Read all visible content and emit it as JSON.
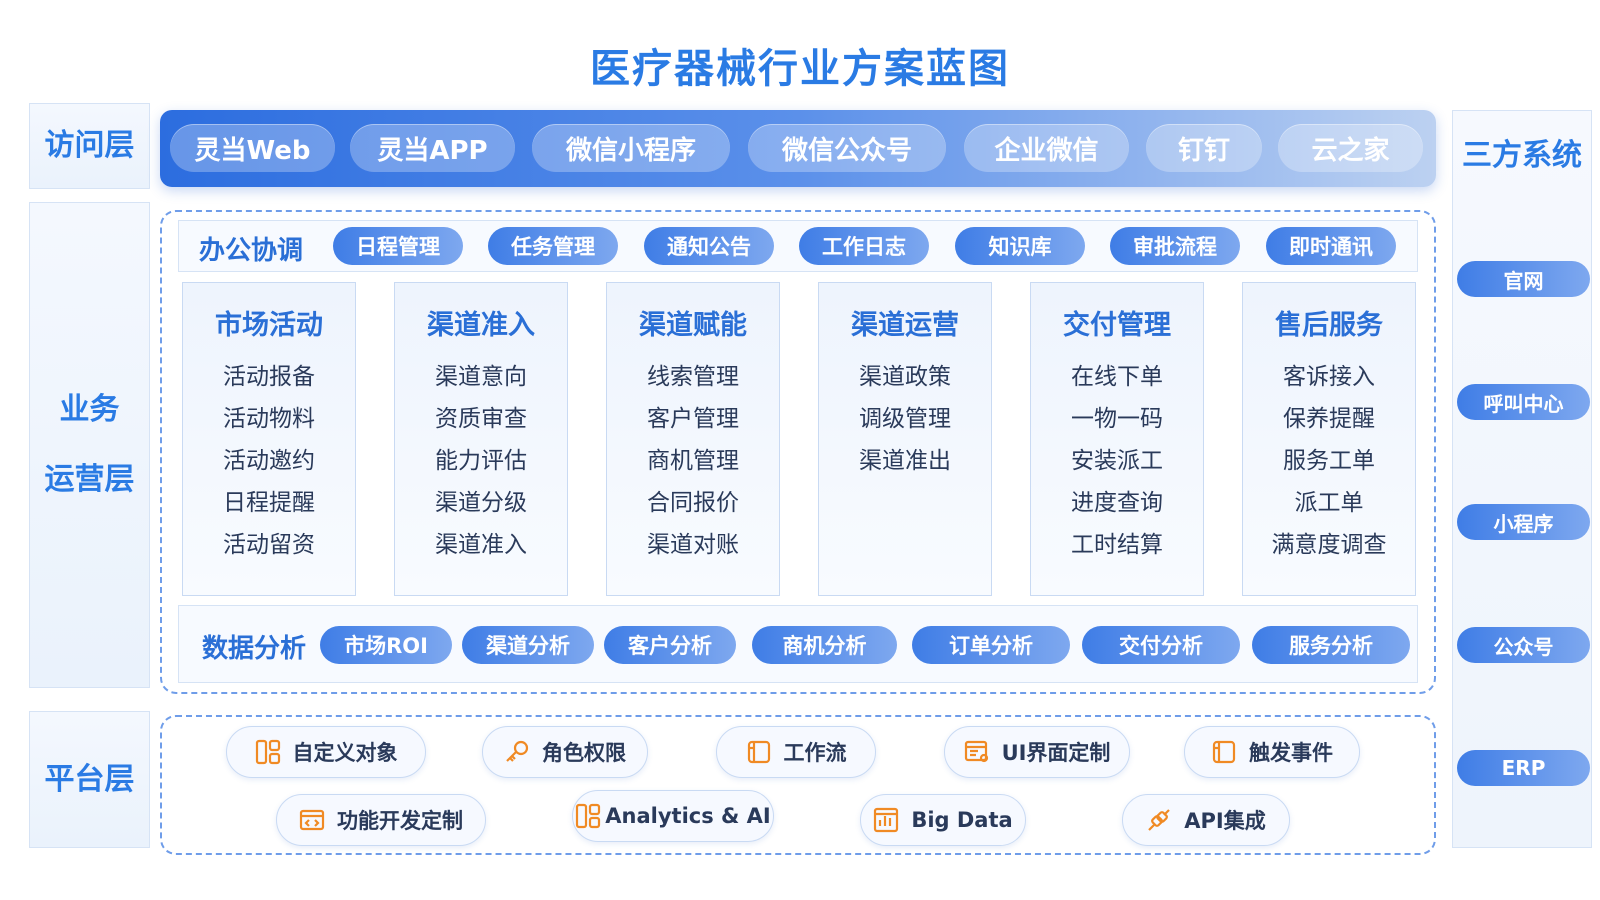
{
  "title": "医疗器械行业方案蓝图",
  "layers": {
    "access": "访问层",
    "business_line1": "业务",
    "business_line2": "运营层",
    "platform": "平台层"
  },
  "access_items": [
    "灵当Web",
    "灵当APP",
    "微信小程序",
    "微信公众号",
    "企业微信",
    "钉钉",
    "云之家"
  ],
  "third_party": {
    "title": "三方系统",
    "items": [
      "官网",
      "呼叫中心",
      "小程序",
      "公众号",
      "ERP"
    ]
  },
  "office": {
    "title": "办公协调",
    "items": [
      "日程管理",
      "任务管理",
      "通知公告",
      "工作日志",
      "知识库",
      "审批流程",
      "即时通讯"
    ]
  },
  "modules": [
    {
      "title": "市场活动",
      "items": [
        "活动报备",
        "活动物料",
        "活动邀约",
        "日程提醒",
        "活动留资"
      ]
    },
    {
      "title": "渠道准入",
      "items": [
        "渠道意向",
        "资质审查",
        "能力评估",
        "渠道分级",
        "渠道准入"
      ]
    },
    {
      "title": "渠道赋能",
      "items": [
        "线索管理",
        "客户管理",
        "商机管理",
        "合同报价",
        "渠道对账"
      ]
    },
    {
      "title": "渠道运营",
      "items": [
        "渠道政策",
        "调级管理",
        "渠道准出"
      ]
    },
    {
      "title": "交付管理",
      "items": [
        "在线下单",
        "一物一码",
        "安装派工",
        "进度查询",
        "工时结算"
      ]
    },
    {
      "title": "售后服务",
      "items": [
        "客诉接入",
        "保养提醒",
        "服务工单",
        "派工单",
        "满意度调查"
      ]
    }
  ],
  "data_analysis": {
    "title": "数据分析",
    "items": [
      "市场ROI",
      "渠道分析",
      "客户分析",
      "商机分析",
      "订单分析",
      "交付分析",
      "服务分析"
    ]
  },
  "platform_items": [
    {
      "label": "自定义对象",
      "icon": "grid-icon"
    },
    {
      "label": "角色权限",
      "icon": "key-icon"
    },
    {
      "label": "工作流",
      "icon": "flow-icon"
    },
    {
      "label": "UI界面定制",
      "icon": "ui-icon"
    },
    {
      "label": "触发事件",
      "icon": "trigger-icon"
    },
    {
      "label": "功能开发定制",
      "icon": "code-icon"
    },
    {
      "label": "Analytics & AI",
      "icon": "grid-icon"
    },
    {
      "label": "Big Data",
      "icon": "chart-icon"
    },
    {
      "label": "API集成",
      "icon": "plug-icon"
    }
  ],
  "colors": {
    "accent": "#2a7be4",
    "icon_orange": "#f08a24"
  }
}
